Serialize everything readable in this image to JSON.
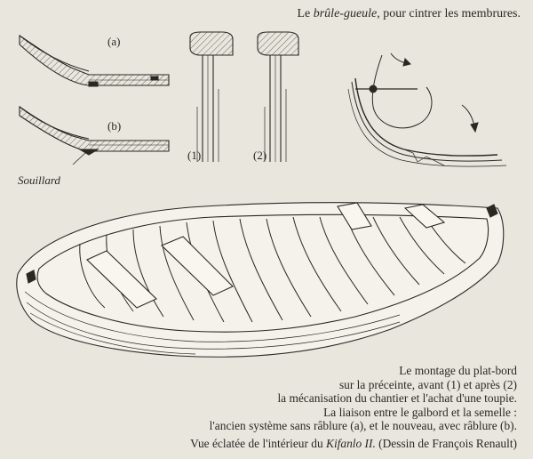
{
  "caption_top": {
    "prefix": "Le ",
    "italic": "brûle-gueule",
    "suffix": ", pour cintrer les membrures."
  },
  "labels": {
    "a": "(a)",
    "b": "(b)",
    "one": "(1)",
    "two": "(2)",
    "souillard": "Souillard"
  },
  "legend": {
    "line1": "Le montage du plat-bord",
    "line2": "sur la préceinte, avant (1) et après (2)",
    "line3": "la mécanisation du chantier et l'achat d'une toupie.",
    "line4": "La liaison entre le galbord et la semelle :",
    "line5": "l'ancien système sans râblure (a), et le nouveau, avec râblure (b)."
  },
  "footer": {
    "prefix": "Vue éclatée de l'intérieur du ",
    "italic": "Kifanlo II.",
    "suffix": " (Dessin de François Renault)"
  },
  "colors": {
    "paper": "#e8e6dd",
    "ink": "#2b2824",
    "hull_fill": "#f4f2ea",
    "hatch": "#8a857a"
  }
}
